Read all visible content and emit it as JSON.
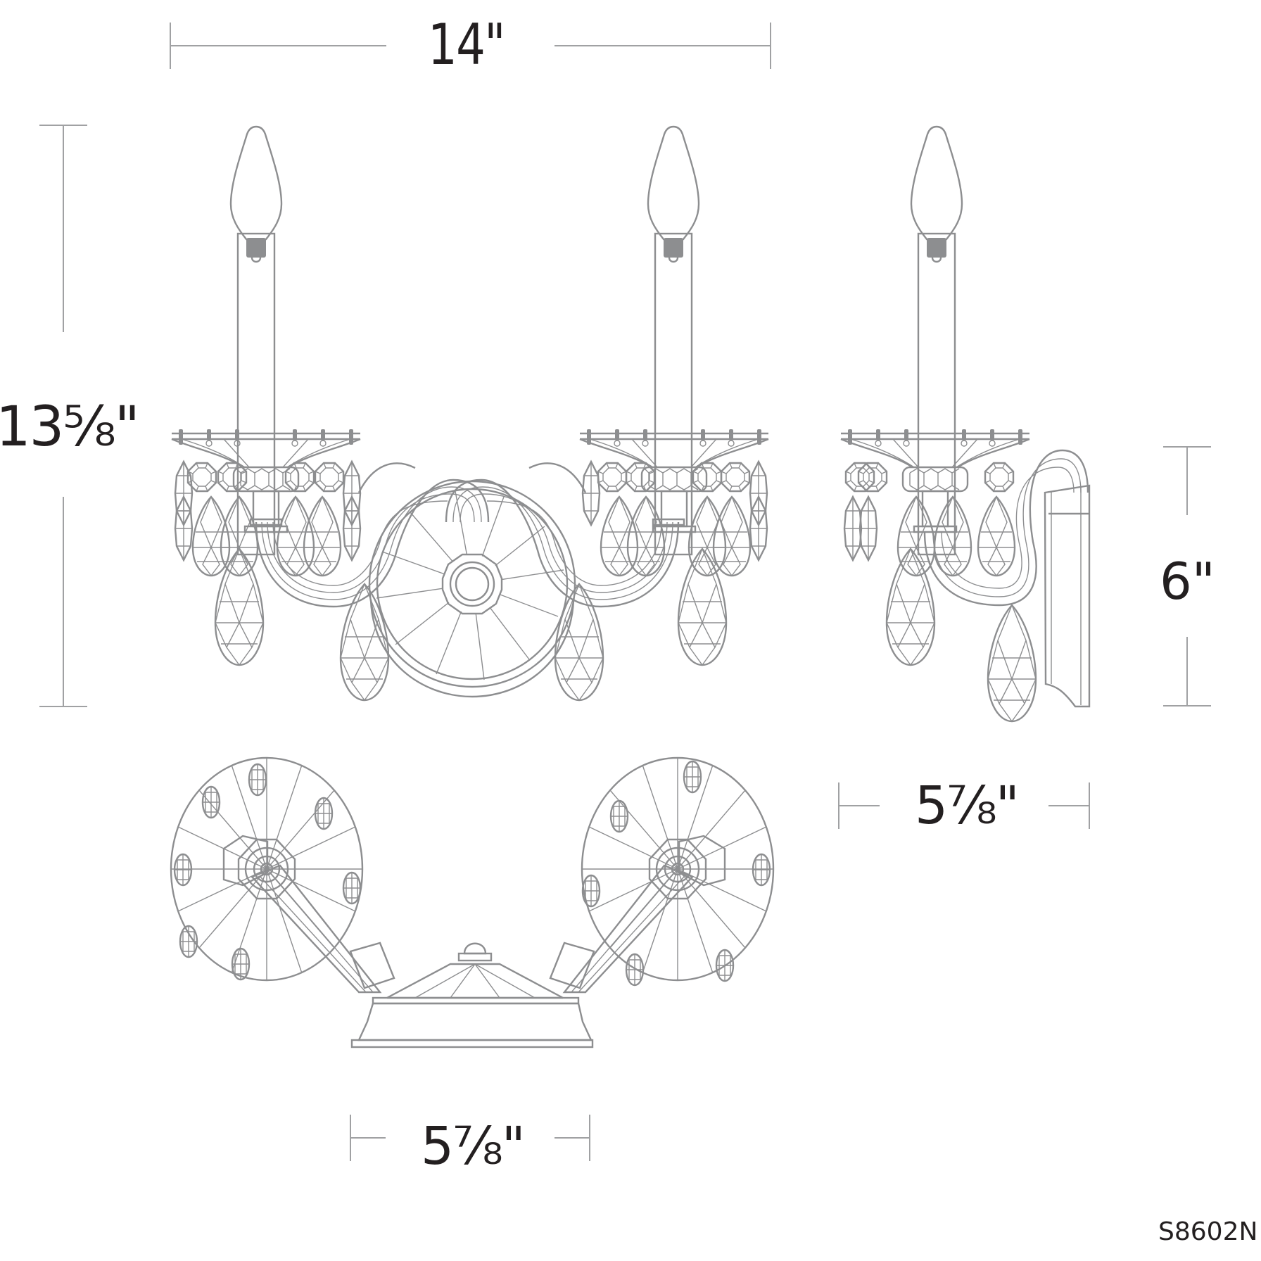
{
  "drawing": {
    "title": "Two-light crystal wall sconce dimension drawing",
    "model_number": "S8602N",
    "line_color": "#8d8e90",
    "dimension_line_color": "#a0a1a3",
    "text_color": "#231f20",
    "views": [
      {
        "name": "front-elevation",
        "description": "Two candle arms with teardrop crystals and round backplate"
      },
      {
        "name": "side-elevation",
        "description": "Single candle arm profile with wall mount"
      },
      {
        "name": "top-plan",
        "description": "Two round bobeche discs with arms and canopy"
      }
    ],
    "dimensions": {
      "overall_width": "14\"",
      "overall_height": "13⅝\"",
      "backplate_height": "6\"",
      "extension_depth": "5⅞\"",
      "backplate_width": "5⅞\""
    }
  }
}
